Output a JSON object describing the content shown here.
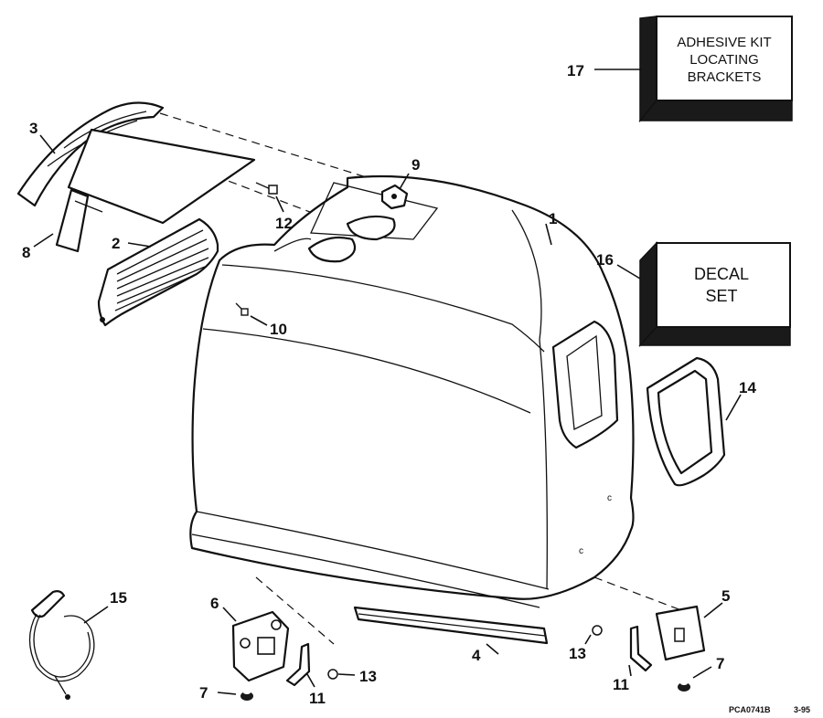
{
  "kits": {
    "adhesive_line1": "ADHESIVE KIT",
    "adhesive_line2": "LOCATING",
    "adhesive_line3": "BRACKETS",
    "decal_line1": "DECAL",
    "decal_line2": "SET"
  },
  "callouts": {
    "c1": "1",
    "c2": "2",
    "c3": "3",
    "c4": "4",
    "c5": "5",
    "c6": "6",
    "c7a": "7",
    "c7b": "7",
    "c8": "8",
    "c9": "9",
    "c10": "10",
    "c11a": "11",
    "c11b": "11",
    "c12": "12",
    "c13a": "13",
    "c13b": "13",
    "c14": "14",
    "c15": "15",
    "c16": "16",
    "c17": "17"
  },
  "footer": {
    "drawing_code": "PCA0741B",
    "date": "3-95"
  }
}
